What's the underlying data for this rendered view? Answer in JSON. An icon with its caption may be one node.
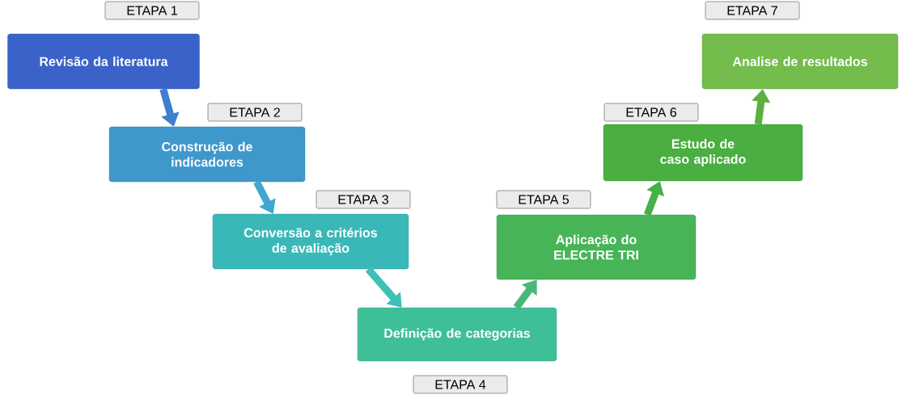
{
  "diagram": {
    "nodes": [
      {
        "text": [
          "ETAPA 1",
          "Revisão da literatura"
        ]
      },
      {
        "text": [
          "ETAPA 2",
          "Construção de indicadores"
        ]
      },
      {
        "text": [
          "ETAPA 3",
          "Conversão a critérios de avaliação"
        ]
      },
      {
        "text": [
          "Definição de categorias",
          "ETAPA 4"
        ]
      },
      {
        "text": [
          "ETAPA 5",
          "Aplicação do ELECTRE TRI"
        ]
      },
      {
        "text": [
          "ETAPA 6",
          "Estudo de caso aplicado"
        ]
      },
      {
        "text": [
          "ETAPA 7",
          "Analise de resultados"
        ]
      }
    ],
    "edges": [
      {
        "from": 0,
        "to": 1,
        "arrow": "to",
        "color": "#3f7fd0"
      },
      {
        "from": 1,
        "to": 2,
        "arrow": "to",
        "color": "#3fa8d0"
      },
      {
        "from": 2,
        "to": 3,
        "arrow": "to",
        "color": "#3cc0b8"
      },
      {
        "from": 3,
        "to": 4,
        "arrow": "to",
        "color": "#48b878"
      },
      {
        "from": 4,
        "to": 5,
        "arrow": "to",
        "color": "#46b048"
      },
      {
        "from": 5,
        "to": 6,
        "arrow": "to",
        "color": "#5cb040"
      }
    ]
  }
}
